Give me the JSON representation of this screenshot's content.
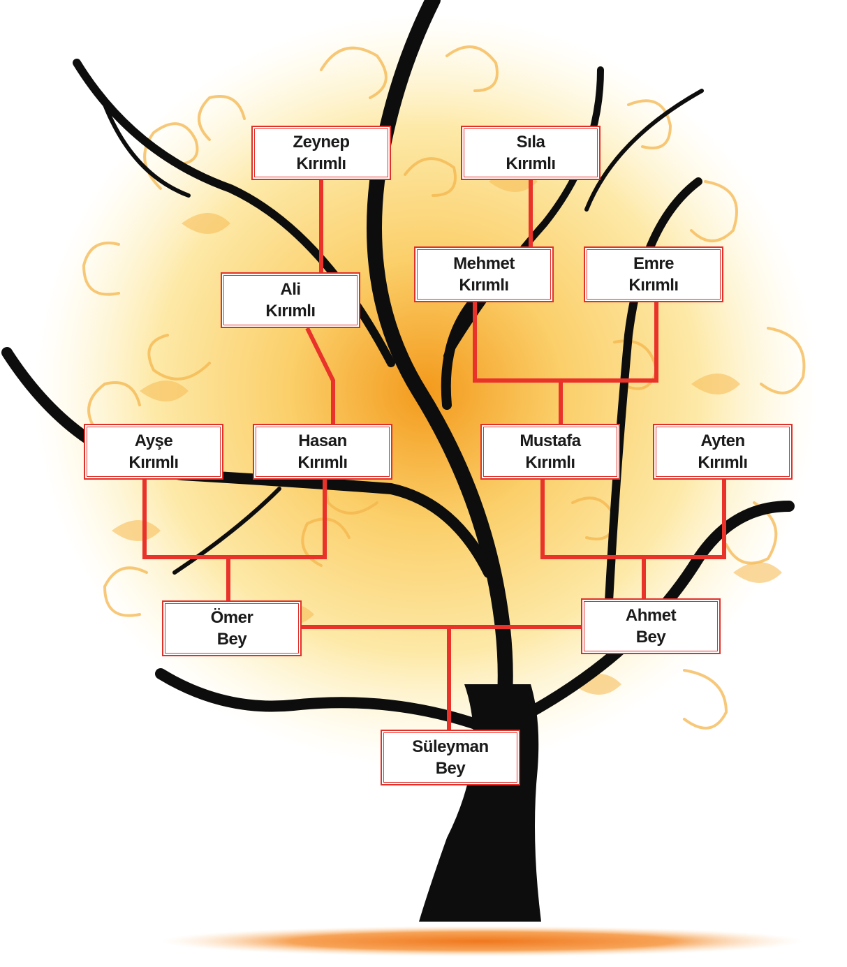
{
  "colors": {
    "connector": "#e8322a",
    "box_border": "#e0302a",
    "trunk": "#0d0d0d",
    "glow_center": "#f39a1c",
    "glow_edge": "#fff6d0",
    "ground": "#f0781e"
  },
  "people": {
    "zeynep": {
      "line1": "Zeynep",
      "line2": "Kırımlı"
    },
    "sila": {
      "line1": "Sıla",
      "line2": "Kırımlı"
    },
    "mehmet": {
      "line1": "Mehmet",
      "line2": "Kırımlı"
    },
    "emre": {
      "line1": "Emre",
      "line2": "Kırımlı"
    },
    "ali": {
      "line1": "Ali",
      "line2": "Kırımlı"
    },
    "ayse": {
      "line1": "Ayşe",
      "line2": "Kırımlı"
    },
    "hasan": {
      "line1": "Hasan",
      "line2": "Kırımlı"
    },
    "mustafa": {
      "line1": "Mustafa",
      "line2": "Kırımlı"
    },
    "ayten": {
      "line1": "Ayten",
      "line2": "Kırımlı"
    },
    "omer": {
      "line1": "Ömer",
      "line2": "Bey"
    },
    "ahmet": {
      "line1": "Ahmet",
      "line2": "Bey"
    },
    "suleyman": {
      "line1": "Süleyman",
      "line2": "Bey"
    }
  }
}
